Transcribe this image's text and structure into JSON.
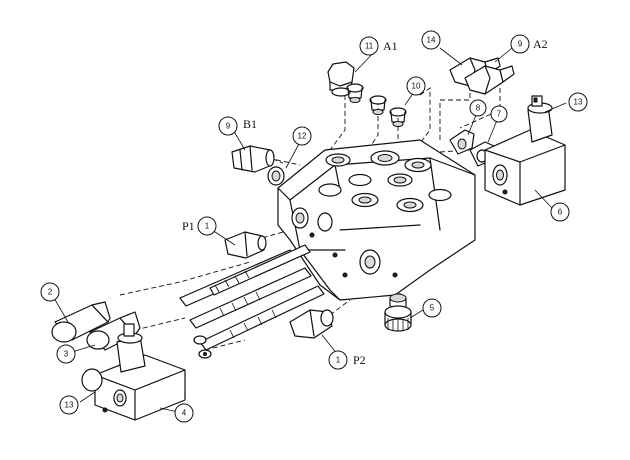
{
  "callouts": {
    "c1a": "1",
    "c1b": "1",
    "c2": "2",
    "c3": "3",
    "c4": "4",
    "c5": "5",
    "c6": "6",
    "c7": "7",
    "c8": "8",
    "c9a": "9",
    "c9b": "9",
    "c10": "10",
    "c11": "11",
    "c12": "12",
    "c13a": "13",
    "c13b": "13",
    "c14": "14"
  },
  "ports": {
    "a1": "A1",
    "a2": "A2",
    "b1": "B1",
    "p1": "P1",
    "p2": "P2"
  }
}
